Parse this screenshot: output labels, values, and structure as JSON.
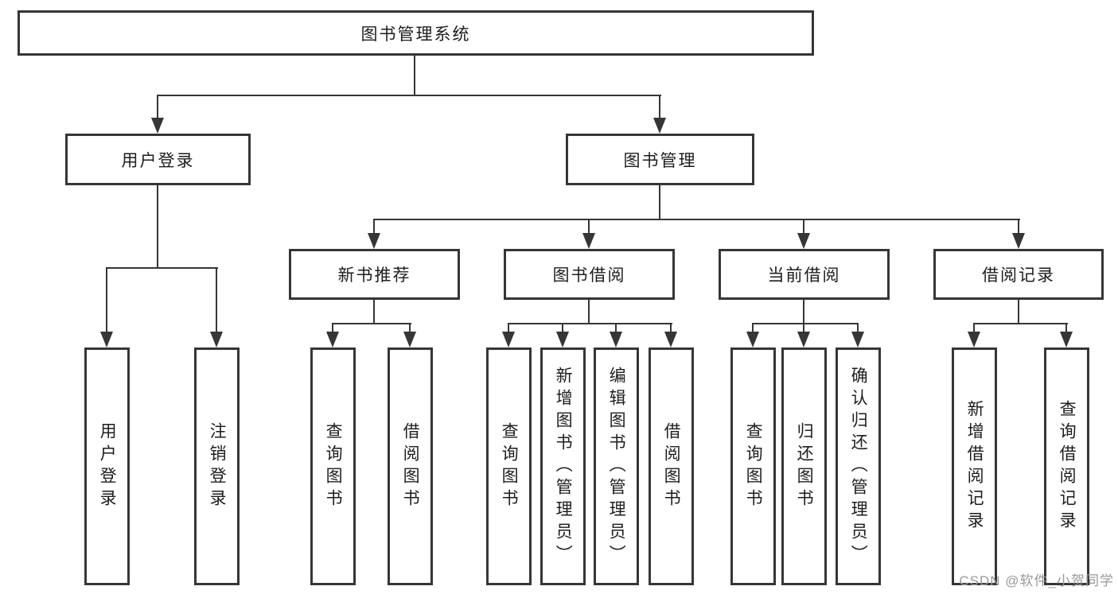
{
  "colors": {
    "line": "#363636",
    "text": "#1d1d1d",
    "watermark": "#999999",
    "background": "#ffffff"
  },
  "diagram": {
    "type": "hierarchy-tree",
    "root": "图书管理系统",
    "level2": [
      "用户登录",
      "图书管理"
    ],
    "level3": [
      "新书推荐",
      "图书借阅",
      "当前借阅",
      "借阅记录"
    ],
    "leaves": [
      "用户登录",
      "注销登录",
      "查询图书",
      "借阅图书",
      "查询图书",
      "新增图书（管理员）",
      "编辑图书（管理员）",
      "借阅图书",
      "查询图书",
      "归还图书",
      "确认归还（管理员）",
      "新增借阅记录",
      "查询借阅记录"
    ]
  },
  "watermark": "CSDN @软件_小贺同学"
}
